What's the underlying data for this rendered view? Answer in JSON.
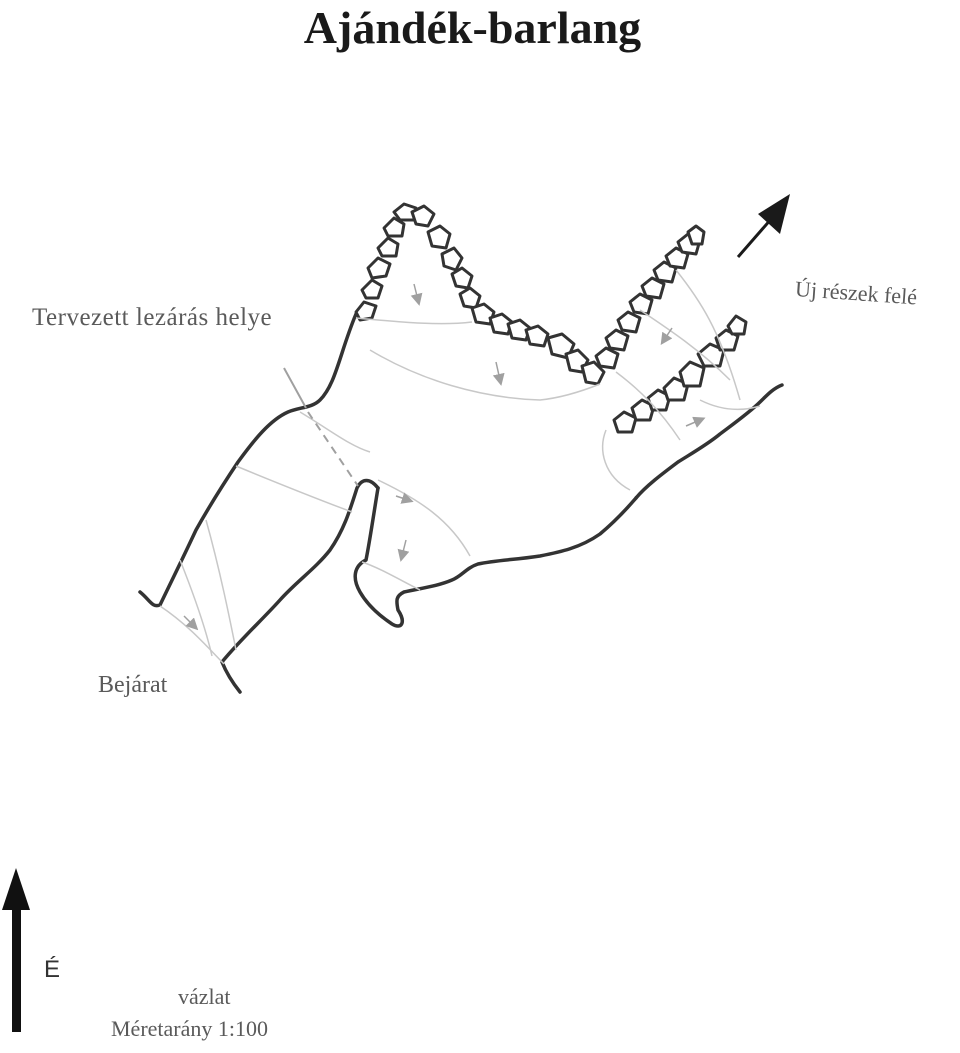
{
  "title": "Ajándék-barlang",
  "labels": {
    "planned_closure": "Tervezett lezárás helye",
    "new_parts": "Új részek felé",
    "entrance": "Bejárat",
    "north": "É",
    "sketch": "vázlat",
    "scale": "Méretarány 1:100"
  },
  "icons": {
    "north_arrow": "north-arrow-icon",
    "direction_arrow": "direction-arrow-icon"
  },
  "colors": {
    "wall": "#333333",
    "title": "#1a1a1a",
    "label": "#5a5a5a",
    "contour": "#c8c8c8",
    "slope_arrow": "#a0a0a0"
  }
}
